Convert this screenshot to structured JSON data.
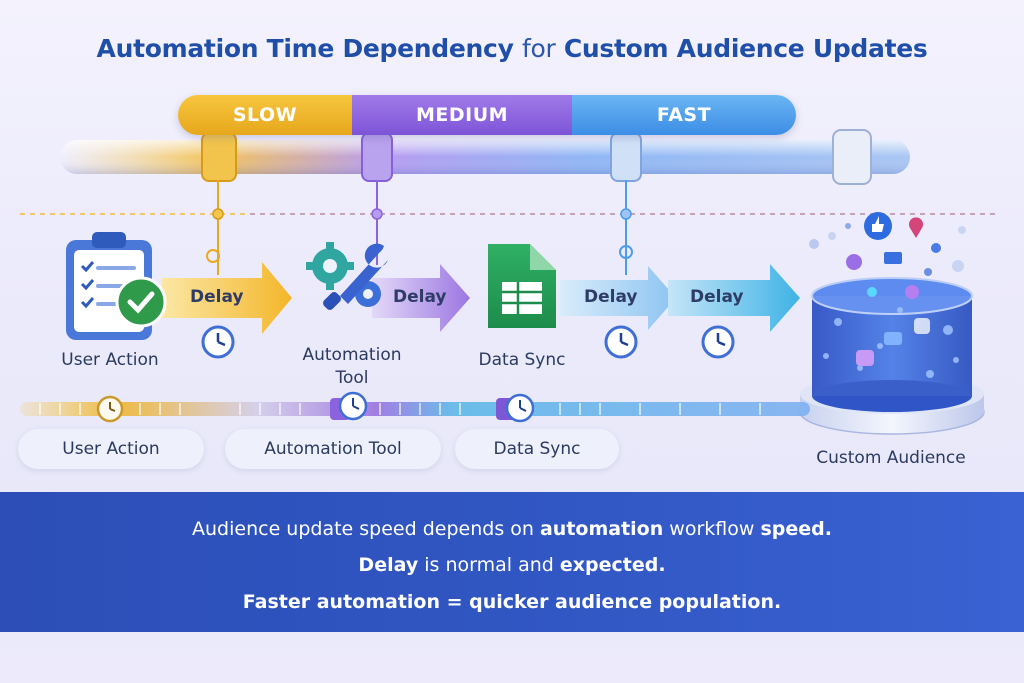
{
  "title": {
    "part1": "Automation Time Dependency ",
    "part2": "for",
    "part3": " Custom Audience Updates"
  },
  "speed_bar": [
    "SLOW",
    "MEDIUM",
    "FAST"
  ],
  "stages": {
    "user_action": "User Action",
    "automation_tool_line1": "Automation",
    "automation_tool_line2": "Tool",
    "data_sync": "Data Sync",
    "custom_audience": "Custom Audience"
  },
  "delays": [
    "Delay",
    "Delay",
    "Delay",
    "Delay"
  ],
  "timeline_pills": [
    "User Action",
    "Automation Tool",
    "Data Sync"
  ],
  "footer": {
    "line1_a": "Audience update speed depends on ",
    "line1_b": "automation",
    "line1_c": " workflow ",
    "line1_d": "speed.",
    "line2_a": "Delay",
    "line2_b": " is normal and ",
    "line2_c": "expected.",
    "line3": "Faster automation = quicker audience population."
  },
  "colors": {
    "slow": "#f0b52c",
    "medium": "#8c63df",
    "fast": "#4c9cec",
    "title": "#1f4fa8",
    "footer": "#3157c4"
  },
  "icons": [
    "clipboard-checklist-icon",
    "gears-wrench-icon",
    "spreadsheet-icon",
    "clock-icon",
    "database-cylinder-icon",
    "like-icon",
    "mail-icon",
    "location-pin-icon",
    "user-icon"
  ]
}
